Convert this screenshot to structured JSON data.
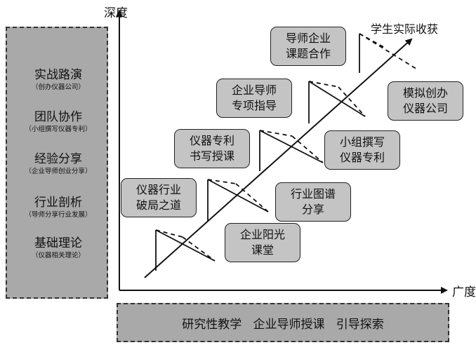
{
  "axes": {
    "y_label": "深度",
    "x_label": "广度"
  },
  "trend_label": "学生实际收获",
  "left_stages": [
    {
      "title": "实战路演",
      "subtitle": "（创办仪器公司）"
    },
    {
      "title": "团队协作",
      "subtitle": "（小组撰写仪器专利）"
    },
    {
      "title": "经验分享",
      "subtitle": "（企业导师创业分享）"
    },
    {
      "title": "行业剖析",
      "subtitle": "（导师分享行业发展）"
    },
    {
      "title": "基础理论",
      "subtitle": "（仪器相关理论）"
    }
  ],
  "bottom_bar": "研究性教学   企业导师授课   引导探索",
  "boxes": {
    "tutor_project": [
      "导师企业",
      "课题合作"
    ],
    "enterprise_tutor": [
      "企业导师",
      "专项指导"
    ],
    "patent_course": [
      "仪器专利",
      "书写授课"
    ],
    "industry_breakthrough": [
      "仪器行业",
      "破局之道"
    ],
    "industry_map": [
      "行业图谱",
      "分享"
    ],
    "sunshine_class": [
      "企业阳光",
      "课堂"
    ],
    "group_patent": [
      "小组撰写",
      "仪器专利"
    ],
    "simulate_company": [
      "模拟创办",
      "仪器公司"
    ]
  },
  "colors": {
    "panel": "#a9a9a9",
    "box": "#c4c4c4",
    "line": "#111111"
  }
}
